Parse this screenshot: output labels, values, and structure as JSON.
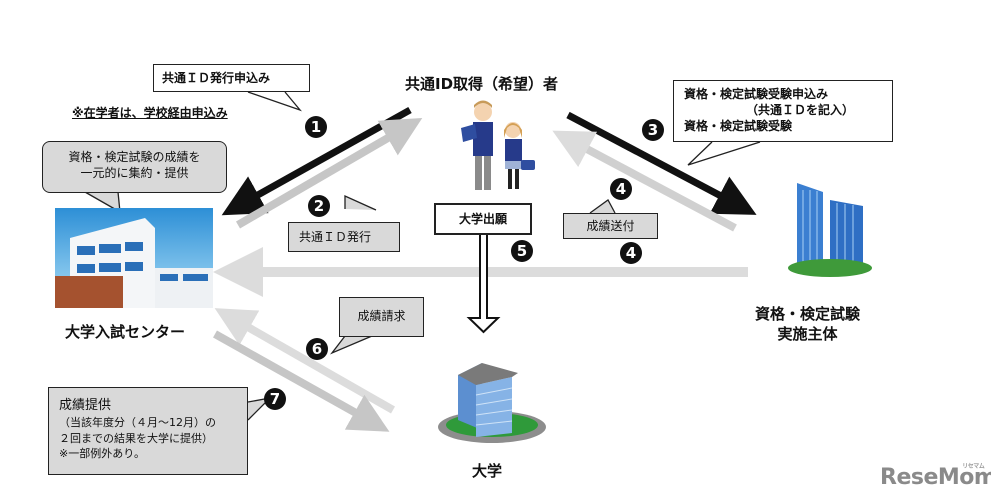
{
  "nodes": {
    "applicant": "共通ID取得（希望）者",
    "center": "大学入試センター",
    "provider_line1": "資格・検定試験",
    "provider_line2": "実施主体",
    "university": "大学"
  },
  "callouts": {
    "id_apply": "共通ＩＤ発行申込み",
    "id_apply_note": "※在学者は、学校経由申込み",
    "center_role_line1": "資格・検定試験の成績を",
    "center_role_line2": "一元的に集約・提供",
    "id_issue": "共通ＩＤ発行",
    "exam_line1": "資格・検定試験受験申込み",
    "exam_line2": "（共通ＩＤを記入）",
    "exam_line3": "資格・検定試験受験",
    "university_apply": "大学出願",
    "score_send": "成績送付",
    "score_request": "成績請求",
    "score_provide_title": "成績提供",
    "score_provide_line1": "（当該年度分（４月～12月）の",
    "score_provide_line2": "２回までの結果を大学に提供）",
    "score_provide_line3": "※一部例外あり。"
  },
  "steps": {
    "s1": "1",
    "s2": "2",
    "s3": "3",
    "s4a": "4",
    "s4b": "4",
    "s5": "5",
    "s6": "6",
    "s7": "7"
  },
  "colors": {
    "black_arrow": "#111111",
    "grey_arrow": "#c8c8c8",
    "light_arrow": "#dcdcdc",
    "callout_grey": "#d9d9d9"
  },
  "watermark": {
    "brand": "ReseMom",
    "kana": "リセマム"
  }
}
